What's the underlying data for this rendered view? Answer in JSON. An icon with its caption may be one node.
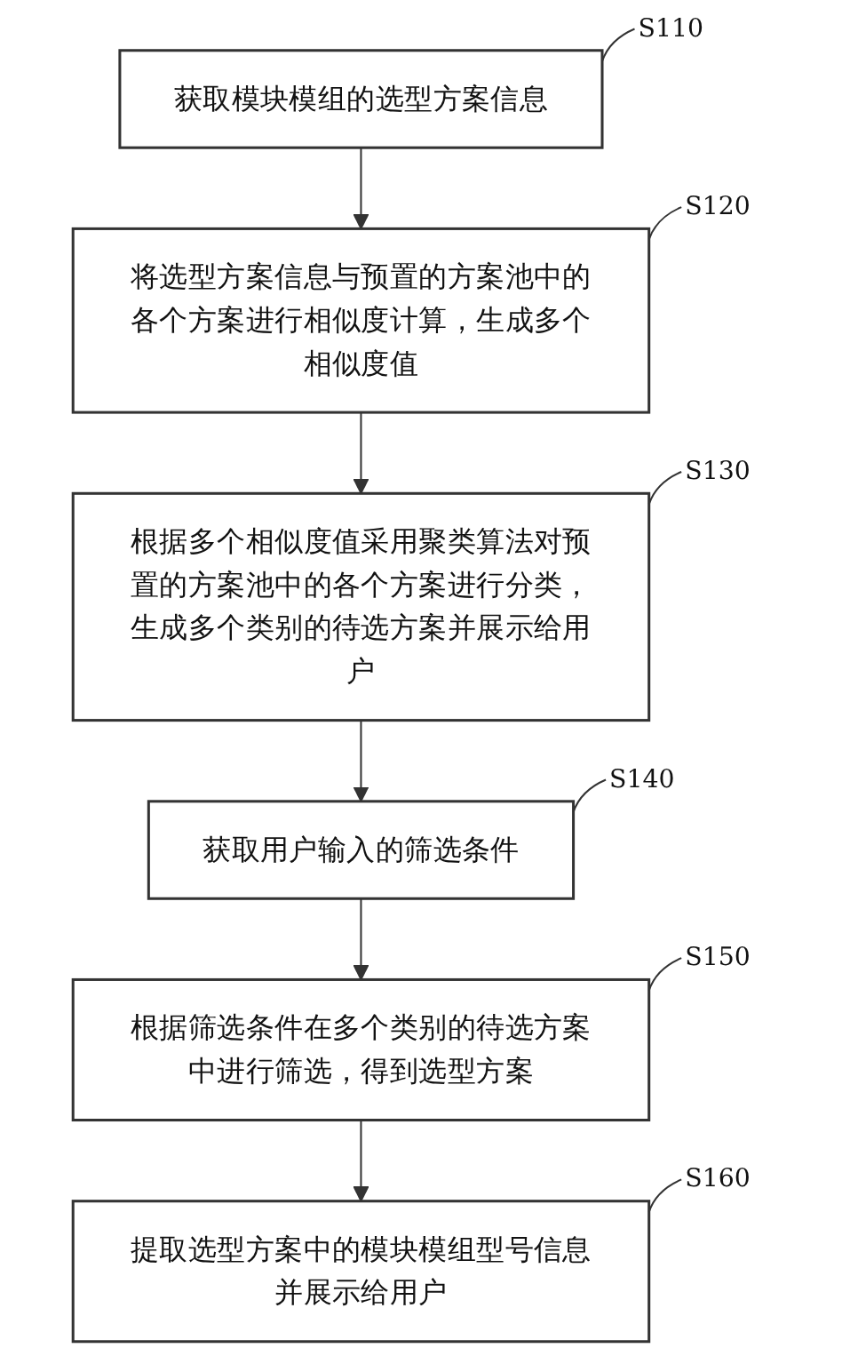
{
  "diagram": {
    "nodes": [
      {
        "text": [
          "获取模块模组的选型方案信息"
        ]
      },
      {
        "text": [
          "将选型方案信息与预置的方案池中的各个方案进行相似度计算，生成多个相似度值"
        ]
      },
      {
        "text": [
          "根据多个相似度值采用聚类算法对预置的方案池中的各个方案进行分类，生成多个类别的待选方案并展示给用户"
        ]
      },
      {
        "text": [
          "获取用户输入的筛选条件"
        ]
      },
      {
        "text": [
          "根据筛选条件在多个类别的待选方案中进行筛选，得到选型方案"
        ]
      },
      {
        "text": [
          "提取选型方案中的模块模组型号信息并展示给用户"
        ]
      },
      {
        "text": [
          "S110"
        ]
      },
      {
        "text": [
          "S120"
        ]
      },
      {
        "text": [
          "S130"
        ]
      },
      {
        "text": [
          "S140"
        ]
      },
      {
        "text": [
          "S150"
        ]
      },
      {
        "text": [
          "S160"
        ]
      }
    ],
    "edges": [
      {
        "from": 0,
        "to": 1,
        "arrow": "to"
      },
      {
        "from": 1,
        "to": 2,
        "arrow": "to"
      },
      {
        "from": 2,
        "to": 3,
        "arrow": "to"
      },
      {
        "from": 3,
        "to": 4,
        "arrow": "to"
      },
      {
        "from": 4,
        "to": 5,
        "arrow": "to"
      },
      {
        "from": 6,
        "to": 0,
        "arrow": "none"
      },
      {
        "from": 7,
        "to": 1,
        "arrow": "none"
      },
      {
        "from": 8,
        "to": 2,
        "arrow": "none"
      },
      {
        "from": 9,
        "to": 3,
        "arrow": "none"
      },
      {
        "from": 10,
        "to": 4,
        "arrow": "none"
      },
      {
        "from": 11,
        "to": 5,
        "arrow": "none"
      }
    ]
  }
}
